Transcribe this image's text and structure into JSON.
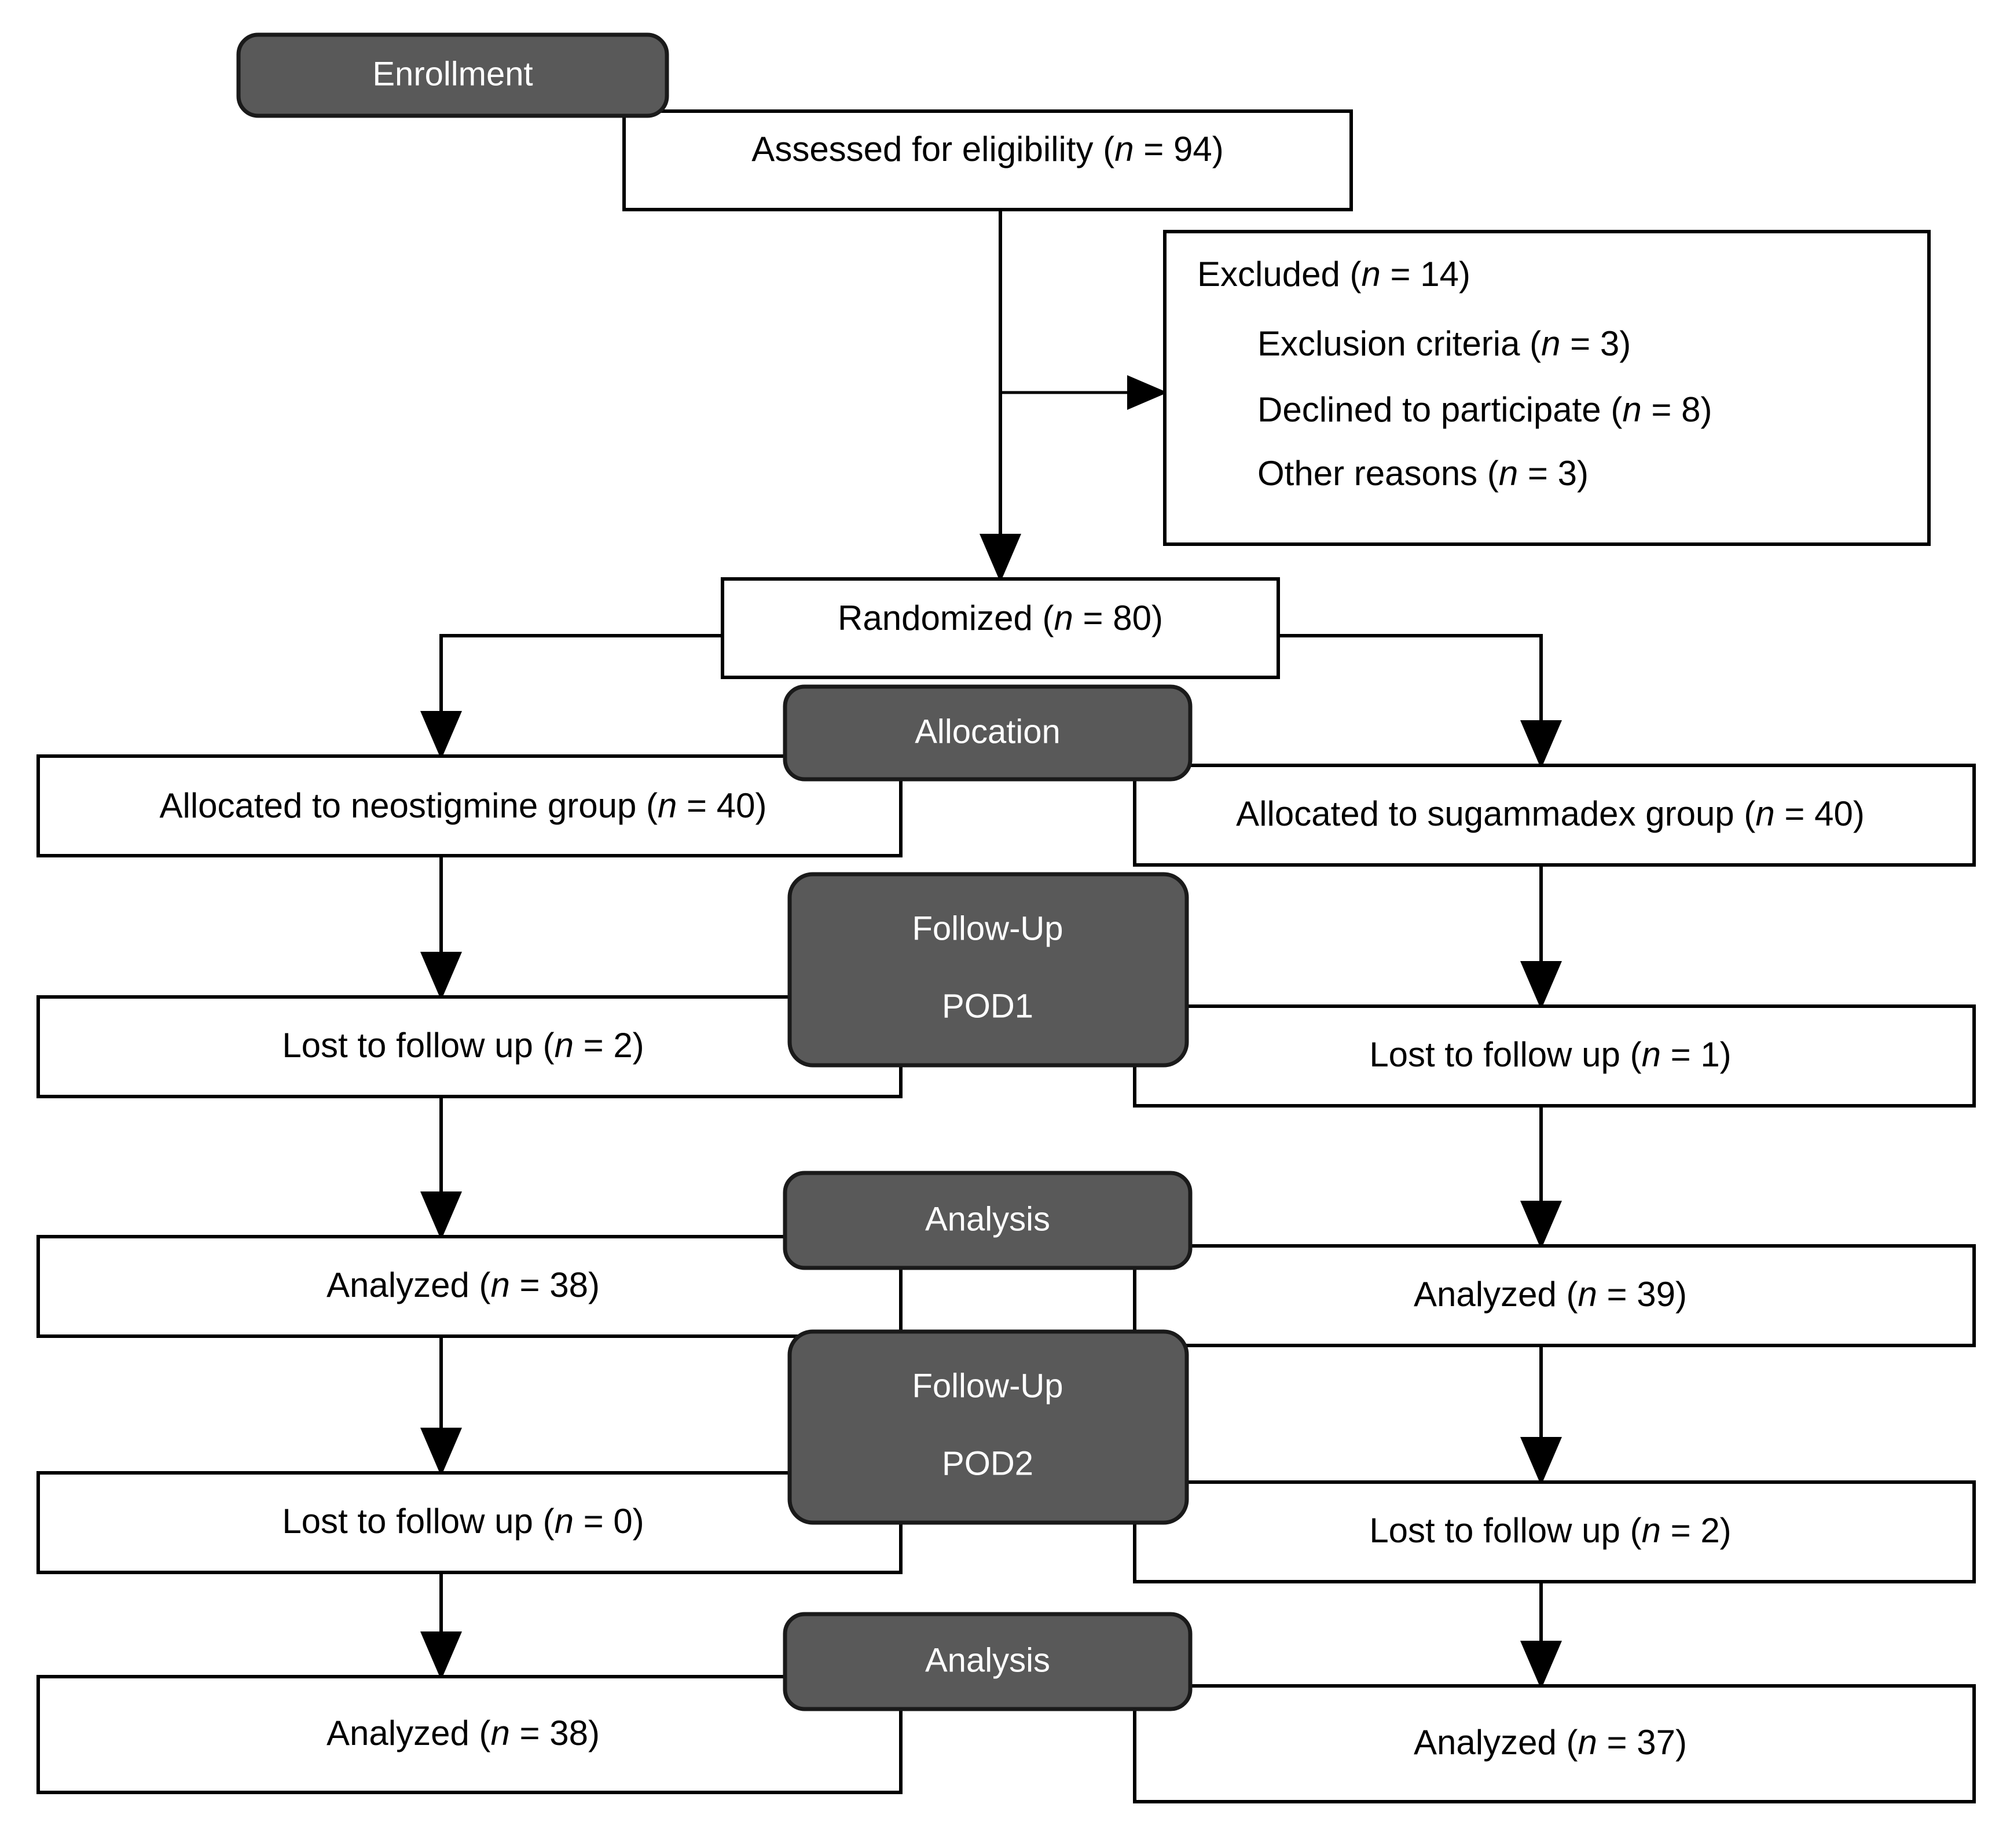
{
  "figure": {
    "type": "consort-flow-diagram",
    "title": "CONSORT participant flow diagram",
    "colors": {
      "stage_band_fill": "#595959",
      "stage_band_text": "#ffffff",
      "box_fill": "#ffffff",
      "box_stroke": "#000000",
      "connector": "#000000"
    }
  },
  "stages": [
    {
      "id": "enrollment",
      "label": "Enrollment",
      "lines": [
        "Enrollment"
      ]
    },
    {
      "id": "allocation",
      "label": "Allocation",
      "lines": [
        "Allocation"
      ]
    },
    {
      "id": "followup-pod1",
      "label": "Follow-Up POD1",
      "lines": [
        "Follow-Up",
        "POD1"
      ]
    },
    {
      "id": "analysis-1",
      "label": "Analysis",
      "lines": [
        "Analysis"
      ]
    },
    {
      "id": "followup-pod2",
      "label": "Follow-Up POD2",
      "lines": [
        "Follow-Up",
        "POD2"
      ]
    },
    {
      "id": "analysis-2",
      "label": "Analysis",
      "lines": [
        "Analysis"
      ]
    }
  ],
  "nodes": {
    "assessed": {
      "label_prefix": "Assessed for eligibility (",
      "n_symbol": "n",
      "label_suffix": " = 94)",
      "count": 94
    },
    "excluded": {
      "heading_prefix": "Excluded (",
      "n_symbol": "n",
      "heading_suffix": " = 14)",
      "count": 14,
      "reasons": [
        {
          "prefix": "Exclusion criteria (",
          "n_symbol": "n",
          "suffix": " = 3)",
          "count": 3
        },
        {
          "prefix": "Declined to participate (",
          "n_symbol": "n",
          "suffix": " = 8)",
          "count": 8
        },
        {
          "prefix": "Other reasons (",
          "n_symbol": "n",
          "suffix": " = 3)",
          "count": 3
        }
      ]
    },
    "randomized": {
      "label_prefix": "Randomized (",
      "n_symbol": "n",
      "label_suffix": " = 80)",
      "count": 80
    },
    "alloc_left": {
      "label_prefix": "Allocated to neostigmine group (",
      "n_symbol": "n",
      "label_suffix": " = 40)",
      "count": 40,
      "arm": "neostigmine"
    },
    "alloc_right": {
      "label_prefix": "Allocated to sugammadex group (",
      "n_symbol": "n",
      "label_suffix": " = 40)",
      "count": 40,
      "arm": "sugammadex"
    },
    "lost_pod1_left": {
      "label_prefix": "Lost to follow up (",
      "n_symbol": "n",
      "label_suffix": " = 2)",
      "count": 2
    },
    "lost_pod1_right": {
      "label_prefix": "Lost to follow up (",
      "n_symbol": "n",
      "label_suffix": " = 1)",
      "count": 1
    },
    "analyzed_pod1_left": {
      "label_prefix": "Analyzed (",
      "n_symbol": "n",
      "label_suffix": " = 38)",
      "count": 38
    },
    "analyzed_pod1_right": {
      "label_prefix": "Analyzed (",
      "n_symbol": "n",
      "label_suffix": " = 39)",
      "count": 39
    },
    "lost_pod2_left": {
      "label_prefix": "Lost to follow up (",
      "n_symbol": "n",
      "label_suffix": " = 0)",
      "count": 0
    },
    "lost_pod2_right": {
      "label_prefix": "Lost to follow up (",
      "n_symbol": "n",
      "label_suffix": " = 2)",
      "count": 2
    },
    "analyzed_pod2_left": {
      "label_prefix": "Analyzed (",
      "n_symbol": "n",
      "label_suffix": " = 38)",
      "count": 38
    },
    "analyzed_pod2_right": {
      "label_prefix": "Analyzed (",
      "n_symbol": "n",
      "label_suffix": " = 37)",
      "count": 37
    }
  },
  "chart_data": {
    "type": "flowchart",
    "title": "CONSORT participant flow diagram",
    "stages": [
      "Enrollment",
      "Allocation",
      "Follow-Up POD1",
      "Analysis",
      "Follow-Up POD2",
      "Analysis"
    ],
    "arms": [
      "neostigmine",
      "sugammadex"
    ],
    "flow": [
      {
        "step": "Assessed for eligibility",
        "n": 94
      },
      {
        "step": "Excluded",
        "n": 14,
        "breakdown": [
          {
            "reason": "Exclusion criteria",
            "n": 3
          },
          {
            "reason": "Declined to participate",
            "n": 8
          },
          {
            "reason": "Other reasons",
            "n": 3
          }
        ]
      },
      {
        "step": "Randomized",
        "n": 80
      },
      {
        "step": "Allocated",
        "neostigmine": 40,
        "sugammadex": 40
      },
      {
        "step": "Lost to follow up POD1",
        "neostigmine": 2,
        "sugammadex": 1
      },
      {
        "step": "Analyzed POD1",
        "neostigmine": 38,
        "sugammadex": 39
      },
      {
        "step": "Lost to follow up POD2",
        "neostigmine": 0,
        "sugammadex": 2
      },
      {
        "step": "Analyzed POD2",
        "neostigmine": 38,
        "sugammadex": 37
      }
    ]
  }
}
